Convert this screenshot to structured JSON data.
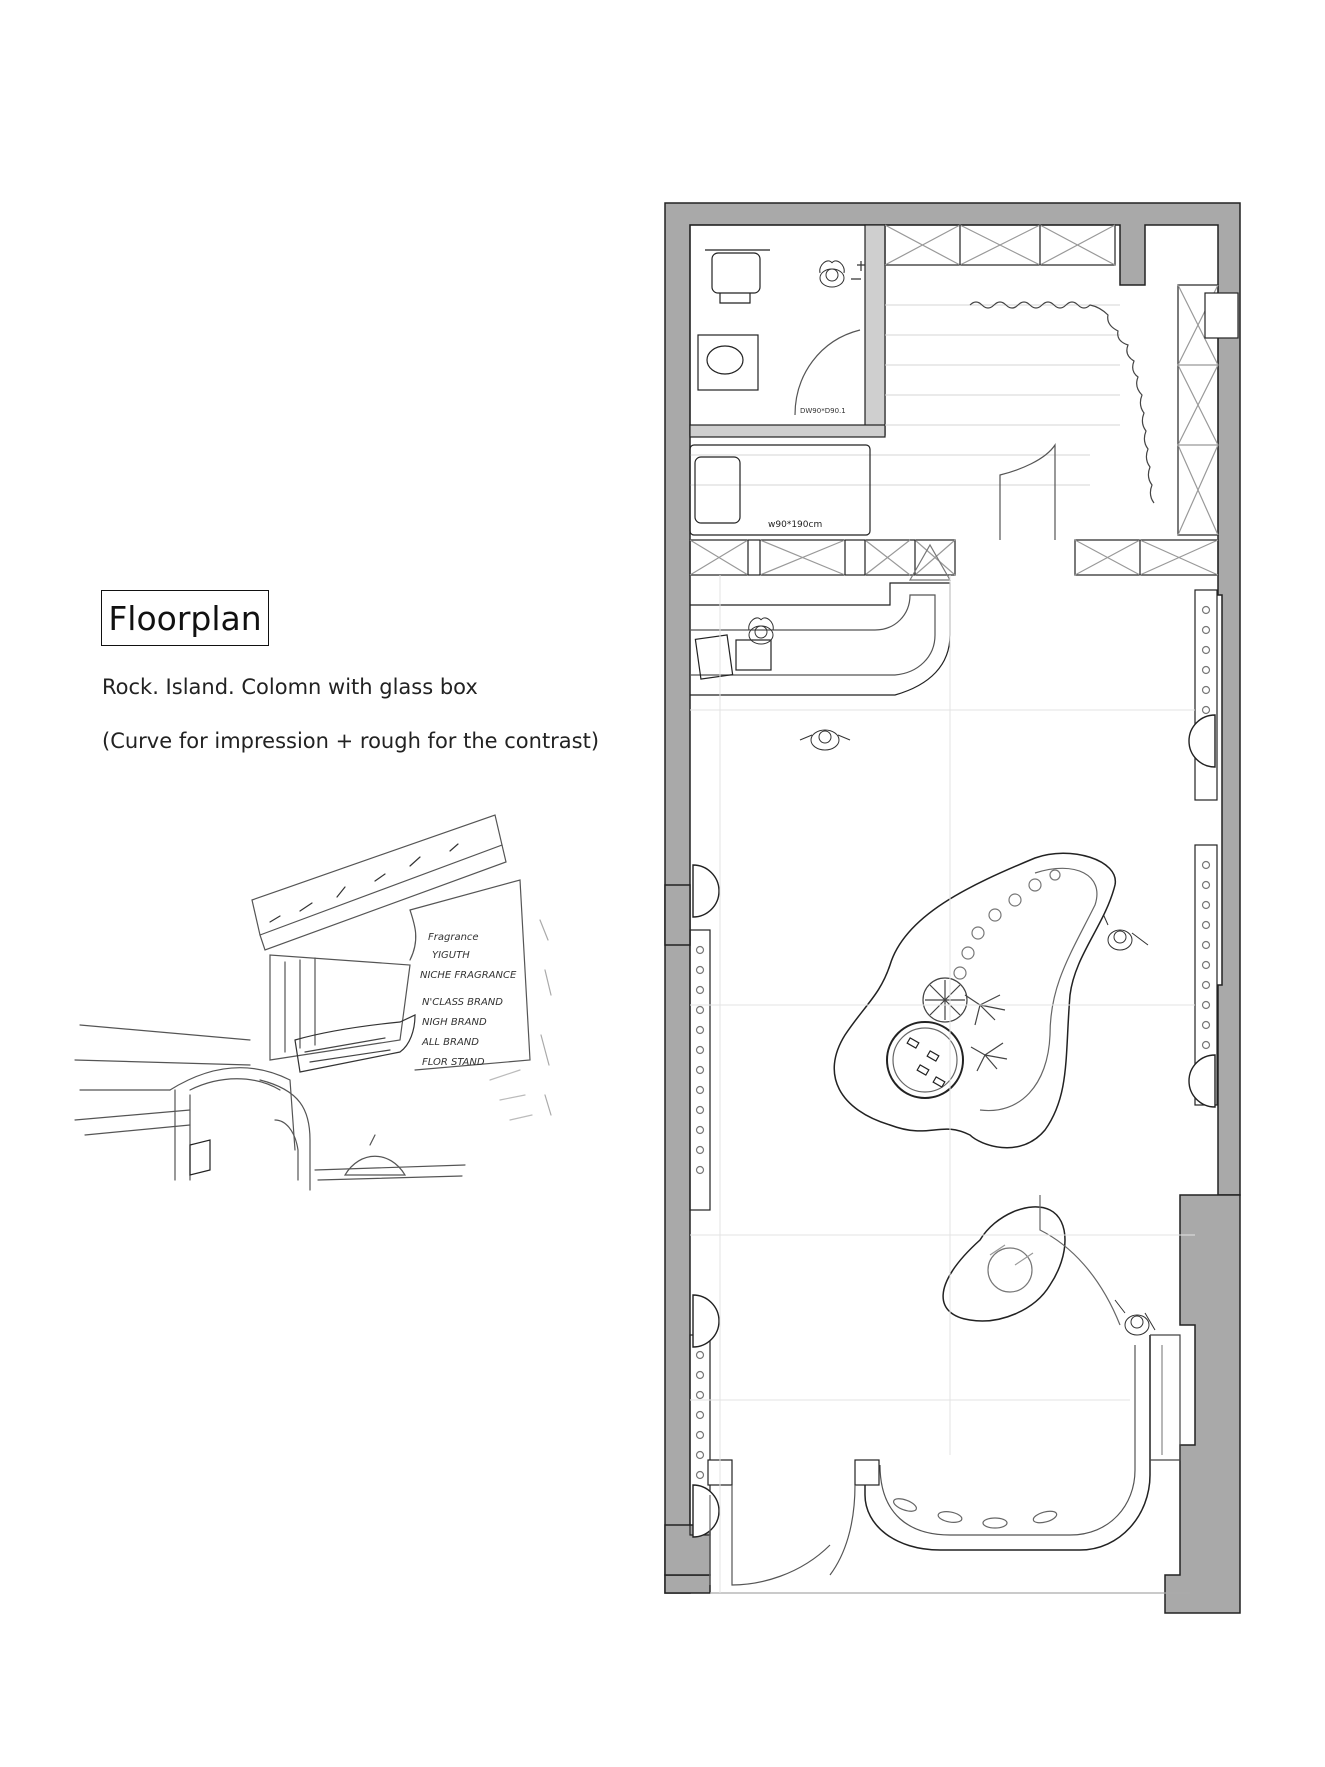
{
  "title": "Floorplan",
  "captions": {
    "line1": "Rock. Island. Colomn with glass box",
    "line2": "(Curve for impression + rough for the contrast)"
  },
  "plan": {
    "bed_label": "w90*190cm",
    "shower_label": "DW90*D90.1"
  },
  "sketch": {
    "notes": [
      "Fragrance",
      "YIGUTH",
      "NICHE FRAGRANCE",
      "N'CLASS BRAND",
      "NIGH BRAND",
      "ALL BRAND",
      "FLOR STAND"
    ]
  },
  "colors": {
    "wall_fill": "#a9a9a9",
    "line": "#222222",
    "light_line": "#9a9a9a"
  }
}
